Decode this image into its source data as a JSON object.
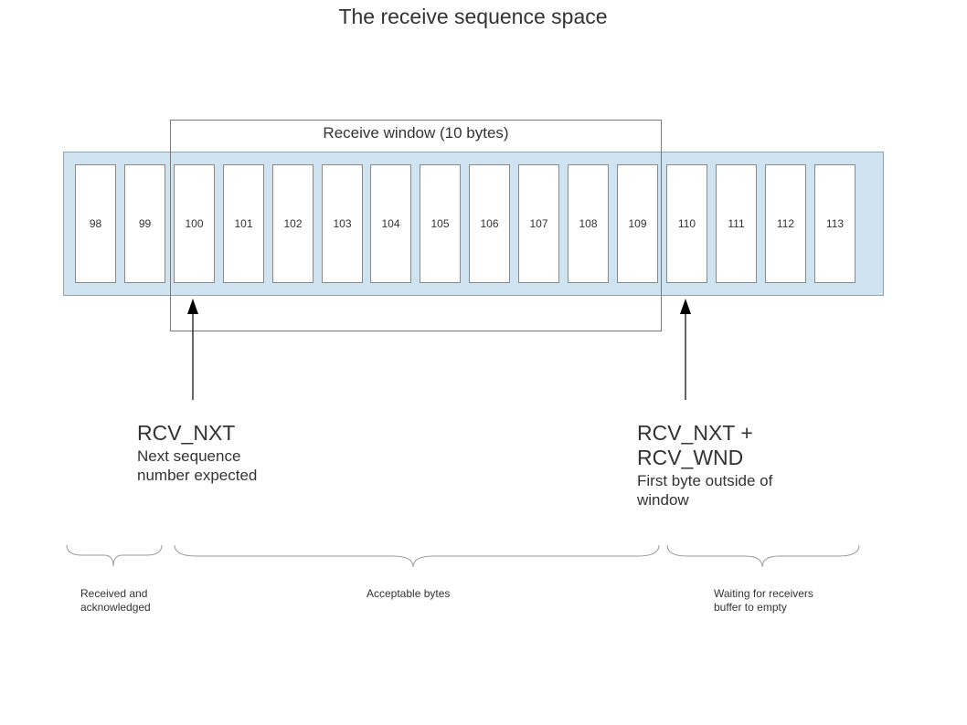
{
  "title": "The receive sequence space",
  "window_label": "Receive window (10 bytes)",
  "cells": [
    "98",
    "99",
    "100",
    "101",
    "102",
    "103",
    "104",
    "105",
    "106",
    "107",
    "108",
    "109",
    "110",
    "111",
    "112",
    "113"
  ],
  "left_pointer": {
    "name": "RCV_NXT",
    "desc_line1": "Next sequence",
    "desc_line2": "number expected"
  },
  "right_pointer": {
    "name_line1": "RCV_NXT +",
    "name_line2": "RCV_WND",
    "desc_line1": "First byte outside of",
    "desc_line2": "window"
  },
  "regions": {
    "received": {
      "line1": "Received and",
      "line2": "acknowledged"
    },
    "acceptable": "Acceptable bytes",
    "waiting": {
      "line1": "Waiting for receivers",
      "line2": "buffer to empty"
    }
  }
}
